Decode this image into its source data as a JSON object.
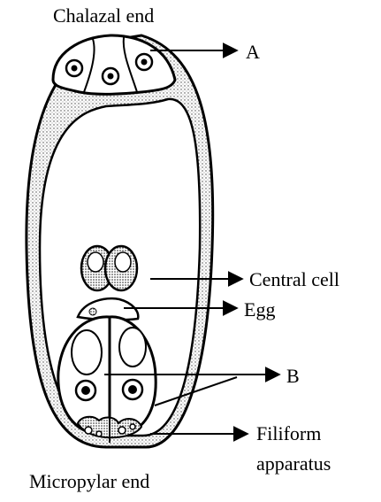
{
  "labels": {
    "chalazal_end": "Chalazal end",
    "micropylar_end": "Micropylar end",
    "a": "A",
    "b": "B",
    "central_cell": "Central cell",
    "egg": "Egg",
    "filiform_line1": "Filiform",
    "filiform_line2": "apparatus"
  },
  "colors": {
    "ink": "#000000",
    "background": "#ffffff",
    "stipple": "#333333"
  }
}
